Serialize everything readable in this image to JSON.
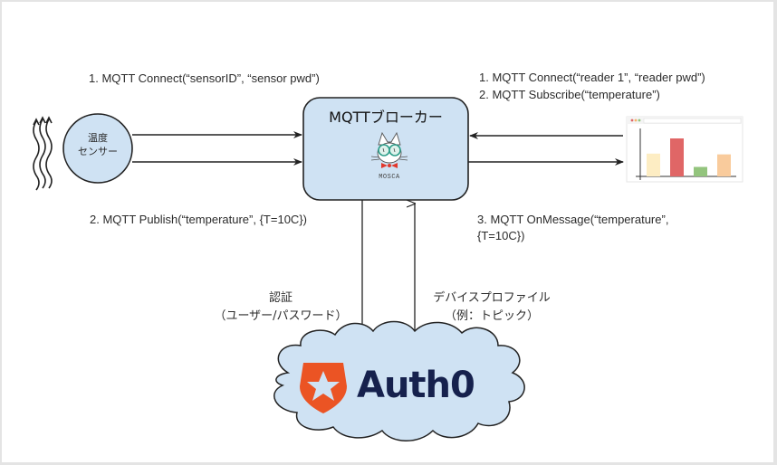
{
  "diagram": {
    "colors": {
      "node_fill": "#cfe2f3",
      "stroke": "#222222",
      "auth0_orange": "#eb5424",
      "auth0_navy": "#16214d",
      "bar_colors": [
        "#fdedc3",
        "#e06666",
        "#93c47d",
        "#f9cb9c"
      ]
    },
    "sensor": {
      "label_line1": "温度",
      "label_line2": "センサー",
      "icon": "heat-waves-icon"
    },
    "broker": {
      "title": "MQTTブローカー",
      "logo_text": "MOSCA",
      "logo_icon": "mosca-cat-icon"
    },
    "reader": {
      "icon": "dashboard-bar-chart-icon",
      "bar_values": [
        0.6,
        1.0,
        0.25,
        0.58
      ]
    },
    "auth": {
      "name": "Auth0",
      "icon": "auth0-shield-icon"
    },
    "labels": {
      "sensor_connect": "1. MQTT Connect(“sensorID”,  “sensor pwd”)",
      "sensor_publish": "2. MQTT Publish(“temperature”, {T=10C})",
      "reader_connect": "1. MQTT Connect(“reader 1”, “reader pwd”)",
      "reader_subscribe": "2. MQTT Subscribe(“temperature”)",
      "reader_onmessage_line1": "3. MQTT OnMessage(“temperature”,",
      "reader_onmessage_line2": "{T=10C})",
      "auth_line1": "認証",
      "auth_line2": "（ユーザー/パスワード）",
      "profile_line1": "デバイスプロファイル",
      "profile_line2": "（例：トピック）"
    }
  }
}
